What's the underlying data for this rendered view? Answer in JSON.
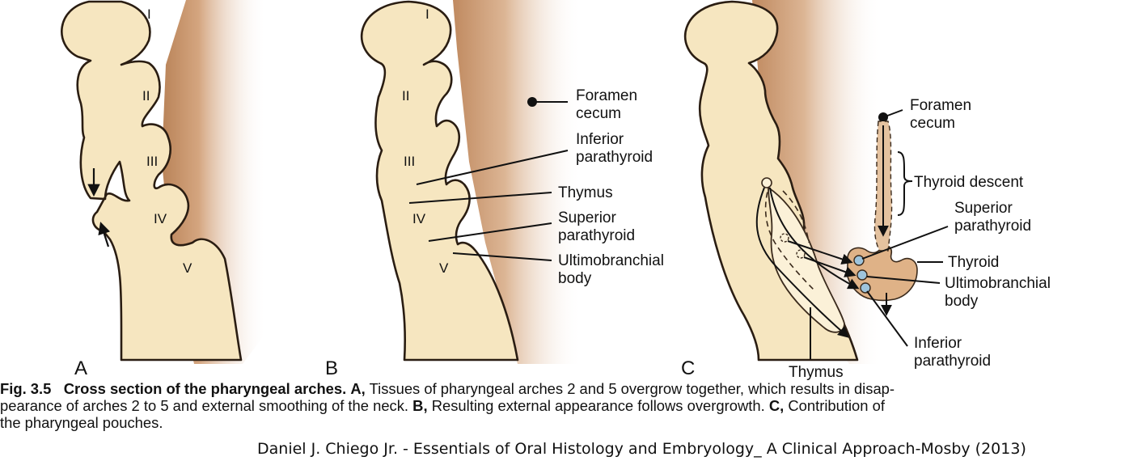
{
  "panels": {
    "a": {
      "letter": "A",
      "arches": [
        "I",
        "II",
        "III",
        "IV",
        "V"
      ]
    },
    "b": {
      "letter": "B",
      "arches": [
        "I",
        "II",
        "III",
        "IV",
        "V"
      ],
      "labels": {
        "foramen_cecum": [
          "Foramen",
          "cecum"
        ],
        "inferior_parathyroid": [
          "Inferior",
          "parathyroid"
        ],
        "thymus": "Thymus",
        "superior_parathyroid": [
          "Superior",
          "parathyroid"
        ],
        "ultimobranchial_body": [
          "Ultimobranchial",
          "body"
        ]
      }
    },
    "c": {
      "letter": "C",
      "labels": {
        "foramen_cecum": [
          "Foramen",
          "cecum"
        ],
        "thyroid_descent": "Thyroid descent",
        "superior_parathyroid": [
          "Superior",
          "parathyroid"
        ],
        "thyroid": "Thyroid",
        "ultimobranchial_body": [
          "Ultimobranchial",
          "body"
        ],
        "inferior_parathyroid": [
          "Inferior",
          "parathyroid"
        ],
        "thymus": "Thymus"
      }
    }
  },
  "caption": {
    "fig_number": "Fig. 3.5",
    "title": "Cross section of the pharyngeal arches.",
    "a_label": "A,",
    "a_text_1": "Tissues of pharyngeal arches 2 and 5 overgrow together, which results in disap-",
    "a_text_2": "pearance of arches 2 to 5 and external smoothing of the neck.",
    "b_label": "B,",
    "b_text": "Resulting external appearance follows overgrowth.",
    "c_label": "C,",
    "c_text_1": "Contribution of",
    "c_text_2": "the pharyngeal pouches."
  },
  "source": "Daniel J. Chiego Jr. - Essentials of Oral Histology and Embryology_ A Clinical Approach-Mosby (2013)",
  "colors": {
    "tissue": "#f6e6c0",
    "tissue_edge": "#2a1d12",
    "shadow_dark": "#b98358",
    "shadow_light": "#f2dcc8",
    "gland": "#dfb287",
    "parathyroid": "#9ec4dc"
  }
}
